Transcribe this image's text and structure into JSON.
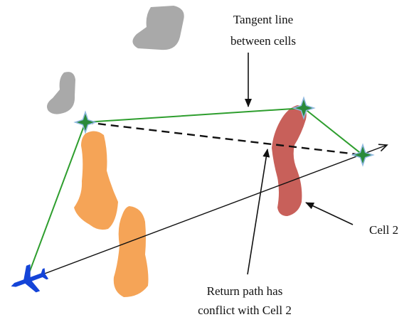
{
  "annotations": {
    "tangent_line_line1": "Tangent line",
    "tangent_line_line2": "between cells",
    "cell2": "Cell 2",
    "return_path_line1": "Return path has",
    "return_path_line2": "conflict with Cell 2"
  },
  "colors": {
    "gray_cell": "#a9a9a9",
    "orange_cell": "#f5a457",
    "red_cell": "#c8605a",
    "tangent_path": "#2e9e2e",
    "return_path": "#111111",
    "aircraft": "#1444d8",
    "waypoint": "#2a8a3a",
    "waypoint_glow": "#8fb8e0"
  },
  "icons": {
    "aircraft": "airplane-icon",
    "waypoint": "star-waypoint-icon"
  }
}
